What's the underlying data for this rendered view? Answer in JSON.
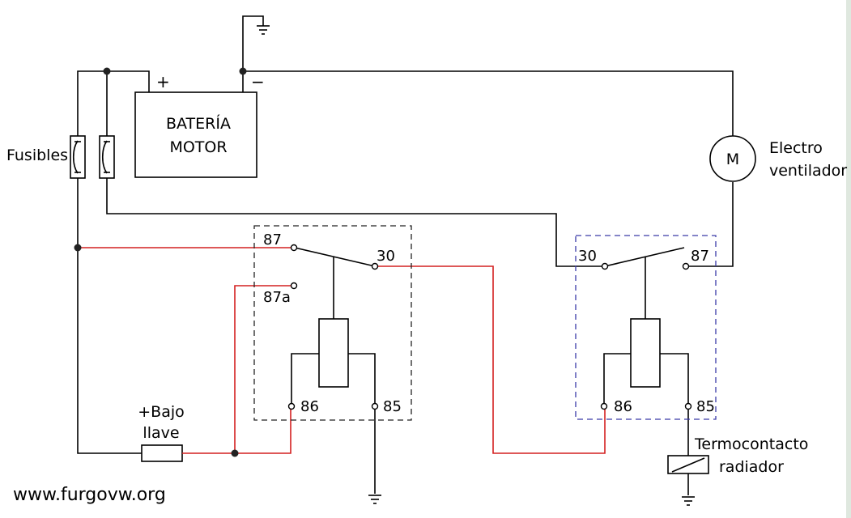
{
  "battery": {
    "line1": "BATERÍA",
    "line2": "MOTOR",
    "plus": "+",
    "minus": "−"
  },
  "labels": {
    "fuses": "Fusibles",
    "fan_line1": "Electro",
    "fan_line2": "ventilador",
    "motor_symbol": "M",
    "ignition_line1": "+Bajo",
    "ignition_line2": "llave",
    "thermo_line1": "Termocontacto",
    "thermo_line2": "radiador"
  },
  "relay1": {
    "t87": "87",
    "t87a": "87a",
    "t30": "30",
    "t86": "86",
    "t85": "85"
  },
  "relay2": {
    "t30": "30",
    "t87": "87",
    "t86": "86",
    "t85": "85"
  },
  "watermark": "www.furgovw.org",
  "colors": {
    "wire": "#000000",
    "signal_wire": "#d42020",
    "relay1_border": "#222222",
    "relay2_border": "#3a3aa8"
  }
}
